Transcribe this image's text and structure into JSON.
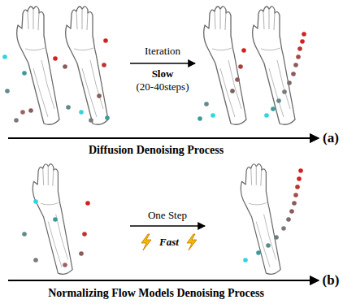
{
  "diagram": {
    "labels": [
      "Iteration",
      "Slow",
      "(20-40steps)",
      "(a)",
      "Diffusion Denoising Process",
      "One Step",
      "Fast",
      "(b)",
      "Normalizing Flow Models Denoising Process"
    ]
  }
}
